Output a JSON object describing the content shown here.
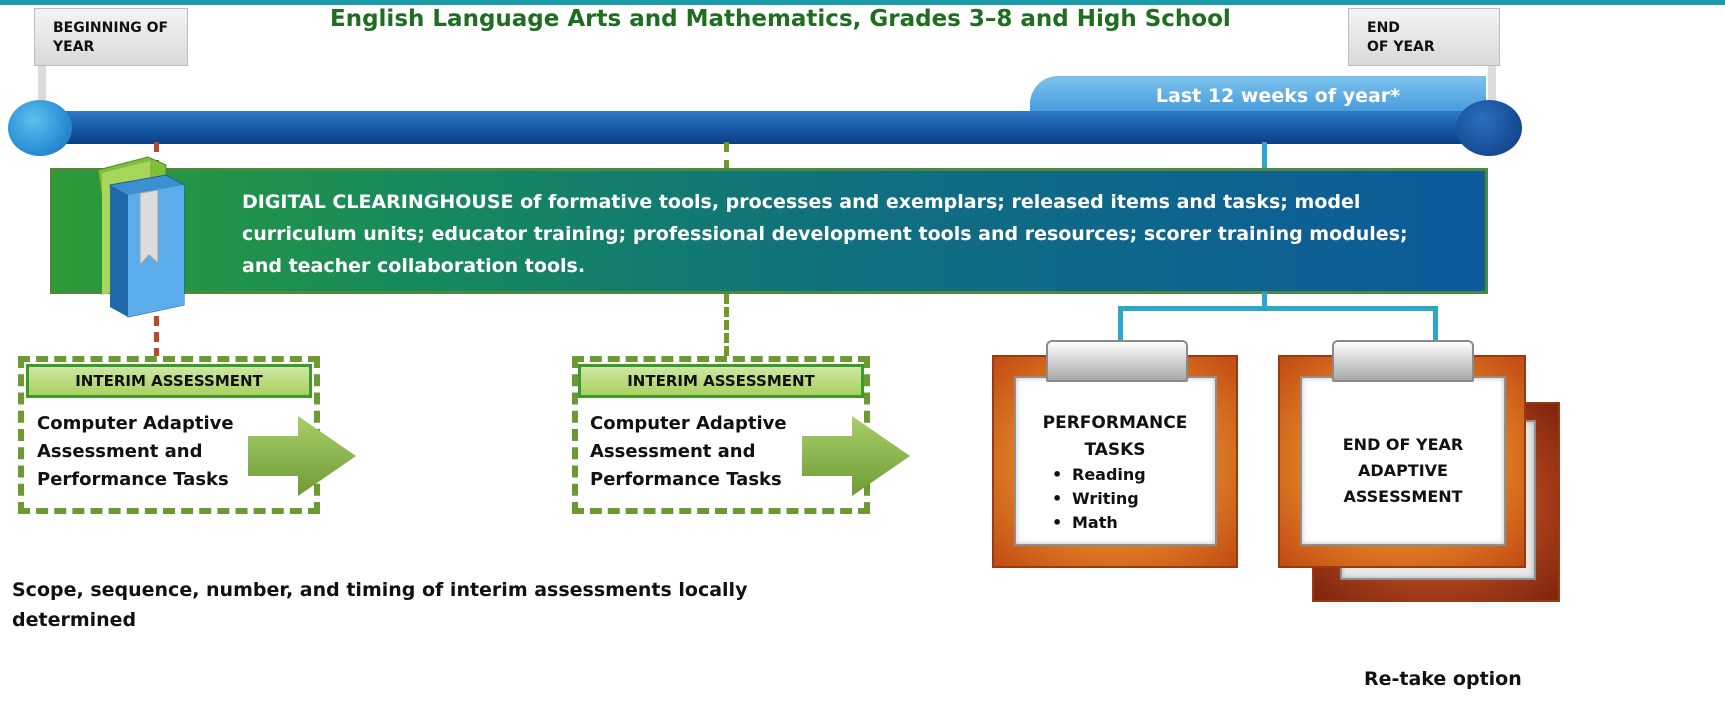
{
  "title": "English Language Arts and Mathematics, Grades 3–8 and High School",
  "timeline": {
    "start_label": "BEGINNING OF\nYEAR",
    "end_label": "END\nOF YEAR",
    "last_weeks_label": "Last 12 weeks of year*"
  },
  "clearinghouse": {
    "text": "DIGITAL CLEARINGHOUSE of formative tools, processes and exemplars; released items and tasks; model curriculum units; educator training; professional development tools and resources; scorer training modules; and teacher collaboration tools."
  },
  "interim_assessments": [
    {
      "header": "INTERIM  ASSESSMENT",
      "body": "Computer Adaptive\nAssessment and\nPerformance Tasks"
    },
    {
      "header": "INTERIM  ASSESSMENT",
      "body": "Computer Adaptive\nAssessment and\nPerformance Tasks"
    }
  ],
  "performance_tasks": {
    "title": "PERFORMANCE\nTASKS",
    "items": [
      "Reading",
      "Writing",
      "Math"
    ]
  },
  "end_of_year": {
    "title": "END OF YEAR\nADAPTIVE\nASSESSMENT",
    "retake_label": "Re-take option"
  },
  "footnote": "Scope, sequence, number, and timing of interim assessments locally\ndetermined",
  "colors": {
    "title_green": "#1f6e1f",
    "timeline_blue": "#1658a6",
    "interim_dash_green": "#6c9a32",
    "clipboard_orange": "#e58a28"
  }
}
